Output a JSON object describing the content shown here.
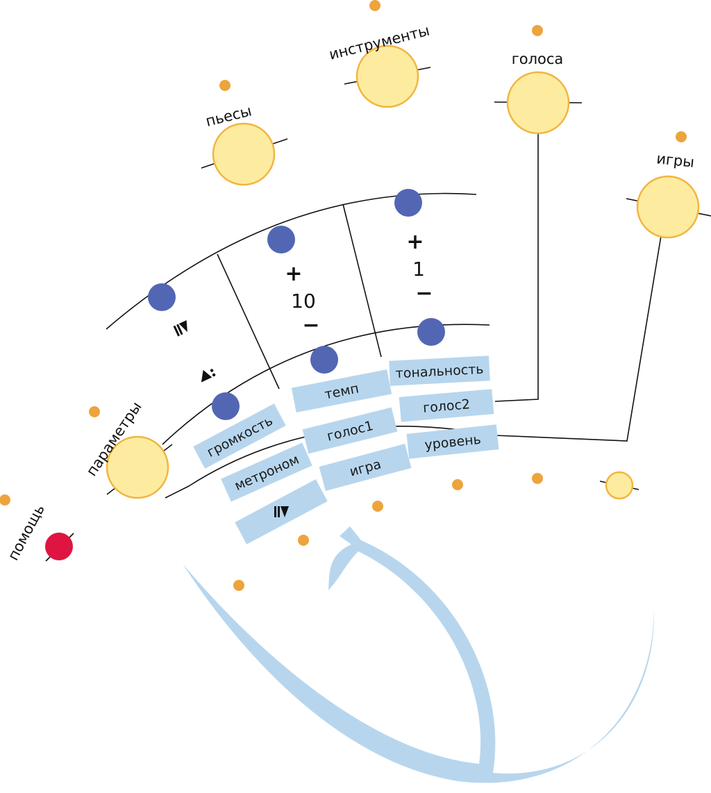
{
  "colors": {
    "planet_fill": "#fdeca0",
    "planet_stroke": "#f2b540",
    "orange_dot": "#eda43c",
    "knob": "#5266b3",
    "tile": "#b7d6ee",
    "help_button": "#dd1540",
    "arrow": "#b7d6ee"
  },
  "planets": {
    "pieces": "пьесы",
    "instruments": "инструменты",
    "voices": "голоса",
    "games": "игры",
    "parameters": "параметры",
    "help": "помощь"
  },
  "dial": {
    "col2_plus": "+",
    "col2_value": "10",
    "col2_minus": "−",
    "col3_plus": "+",
    "col3_value": "1",
    "col3_minus": "−",
    "play_icon": "play-icon",
    "tempo_icon": "metronome-pattern-icon"
  },
  "menu": {
    "tonality": "тональность",
    "tempo": "темп",
    "voice2": "голос2",
    "volume": "громкость",
    "voice1": "голос1",
    "level": "уровень",
    "metronome": "метроном",
    "game": "игра",
    "play_icon": "play-icon"
  }
}
